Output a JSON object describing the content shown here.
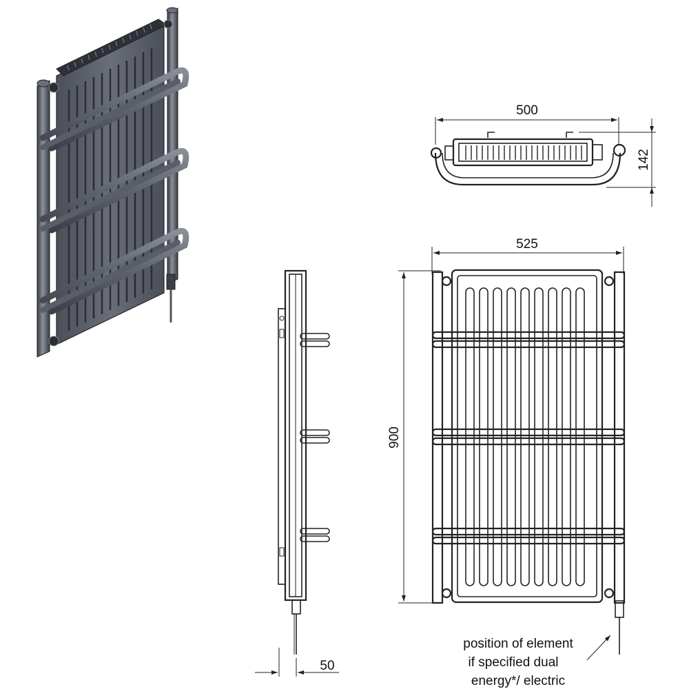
{
  "dimensions": {
    "top_width": "500",
    "top_depth": "142",
    "front_width": "525",
    "front_height": "900",
    "side_depth": "50"
  },
  "note": {
    "line1": "position of element",
    "line2": "if specified dual",
    "line3": "energy*/ electric"
  },
  "colors": {
    "render_body": "#5a5e69",
    "render_dark": "#3c3f48",
    "render_light": "#8a8e98",
    "line": "#222222"
  }
}
